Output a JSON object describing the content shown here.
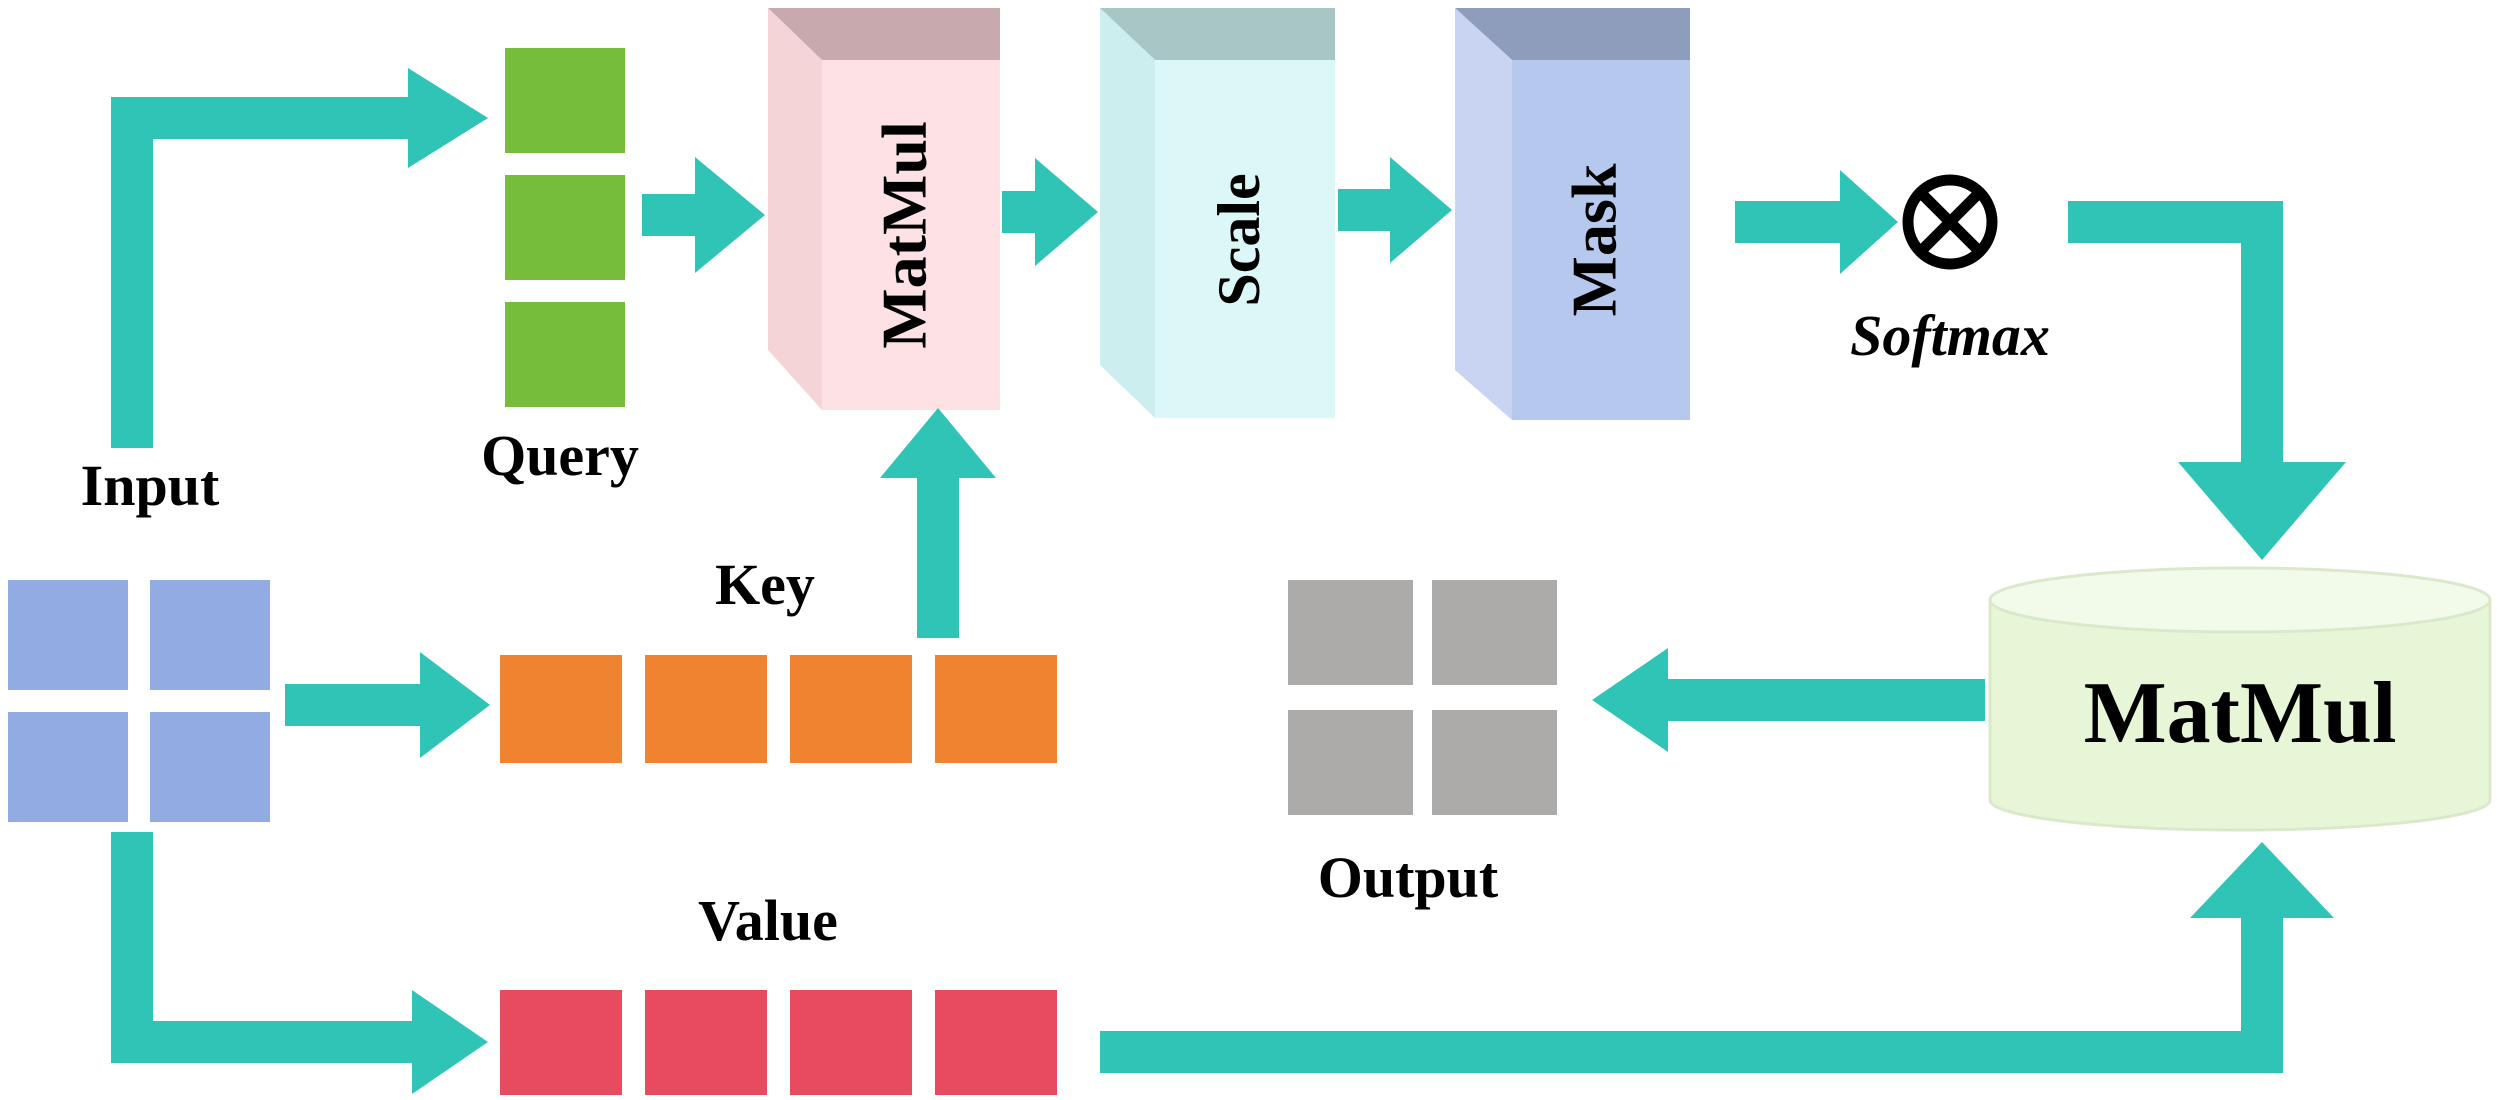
{
  "labels": {
    "input": "Input",
    "query": "Query",
    "key": "Key",
    "value": "Value",
    "output": "Output",
    "softmax": "Softmax",
    "matmul_block": "MatMul",
    "scale_block": "Scale",
    "mask_block": "Mask",
    "matmul_cylinder": "MatMul"
  },
  "colors": {
    "arrow": "#30c4b7",
    "input_cells": "#92abe3",
    "query_cells": "#76bd3c",
    "key_cells": "#ef8330",
    "value_cells": "#e84a5f",
    "output_cells": "#adaaaa",
    "matmul_front": "#fde1e5",
    "matmul_side": "#f4d4d6",
    "matmul_top": "#c8aaae",
    "scale_front": "#dcf7f7",
    "scale_side": "#cdeeee",
    "scale_top": "#a9c6c6",
    "mask_front": "#b7c8ee",
    "mask_side": "#c8d4f2",
    "mask_top": "#8f9dbd",
    "cylinder_body": "#e8f6d8",
    "cylinder_top": "#f2fbea"
  },
  "icons": {
    "multiply": "circle-times-icon"
  }
}
